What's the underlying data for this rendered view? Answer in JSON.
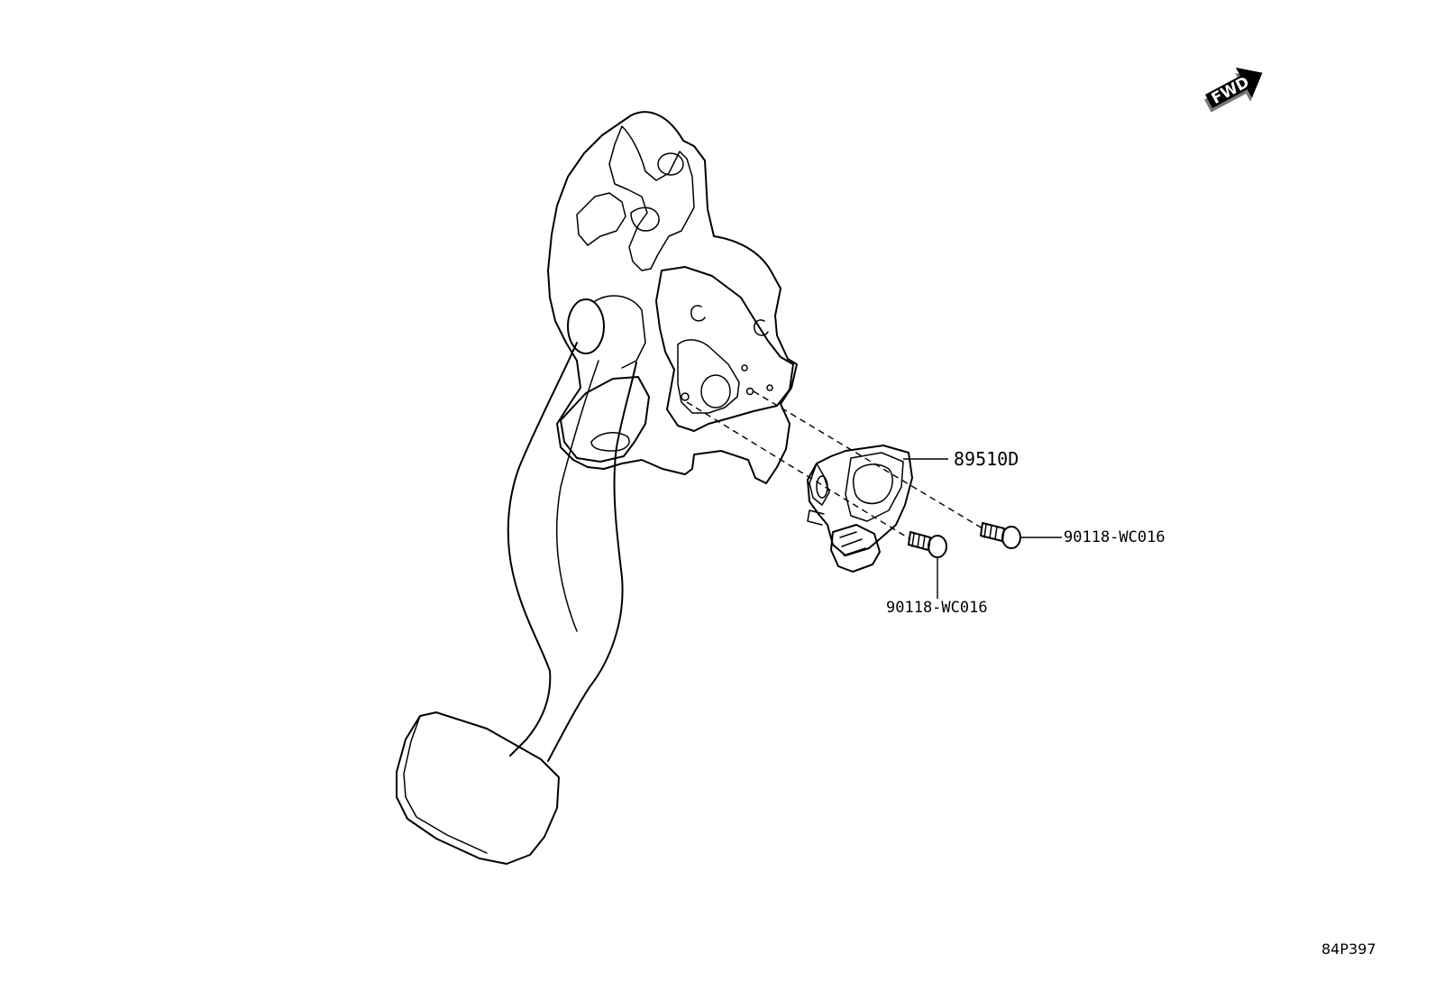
{
  "diagram": {
    "direction_indicator": {
      "label": "FWD",
      "icon": "forward-arrow-icon"
    },
    "callouts": [
      {
        "part_number": "89510D",
        "component": "pedal-position-sensor"
      },
      {
        "part_number": "90118-WC016",
        "component": "bolt-upper"
      },
      {
        "part_number": "90118-WC016",
        "component": "bolt-lower"
      }
    ],
    "reference_code": "84P397",
    "colors": {
      "line": "#000000",
      "background": "#ffffff",
      "fwd_fill": "#000000"
    }
  }
}
